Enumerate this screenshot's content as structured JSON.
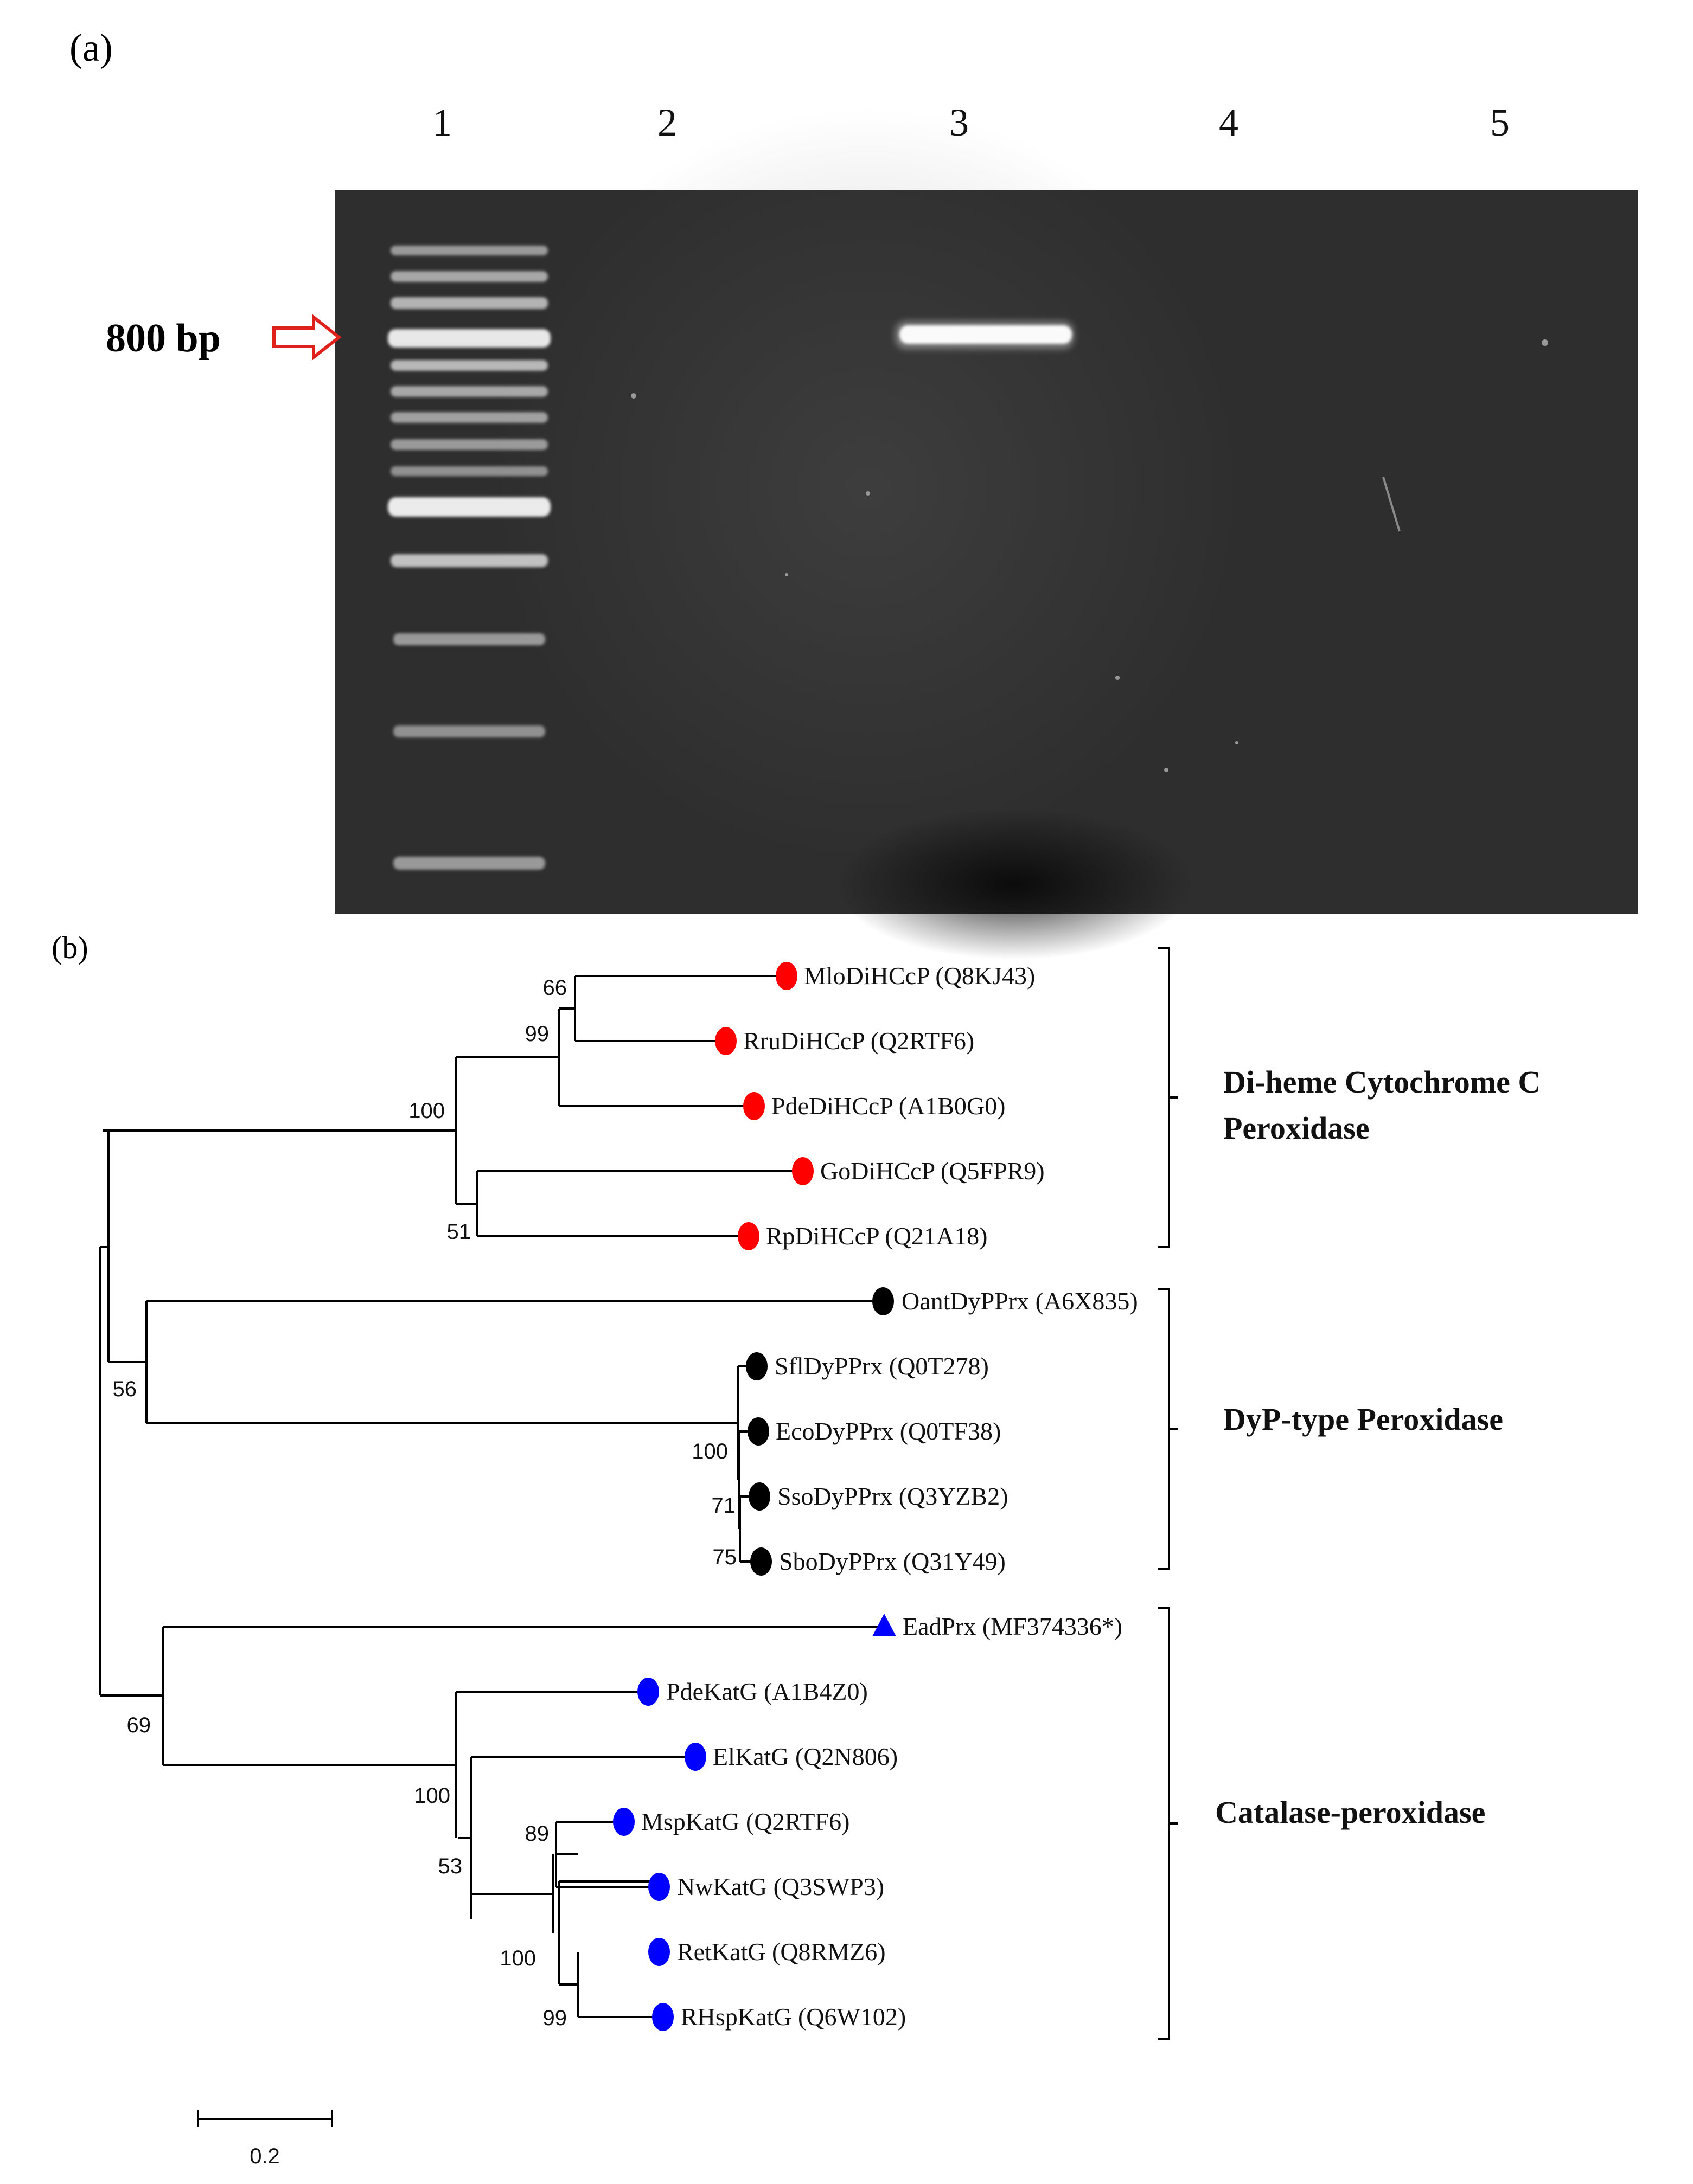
{
  "panel_a": {
    "label": "(a)",
    "lanes": [
      "1",
      "2",
      "3",
      "4",
      "5"
    ],
    "marker": {
      "label": "800 bp"
    }
  },
  "panel_b": {
    "label": "(b)",
    "colors": {
      "di_heme": "#ff0000",
      "dyp": "#000000",
      "katg": "#0000ff"
    },
    "leaves": [
      {
        "name": "MloDiHCcP (Q8KJ43)",
        "marker": "circle",
        "color": "#ff0000"
      },
      {
        "name": "RruDiHCcP (Q2RTF6)",
        "marker": "circle",
        "color": "#ff0000"
      },
      {
        "name": "PdeDiHCcP (A1B0G0)",
        "marker": "circle",
        "color": "#ff0000"
      },
      {
        "name": "GoDiHCcP (Q5FPR9)",
        "marker": "circle",
        "color": "#ff0000"
      },
      {
        "name": "RpDiHCcP (Q21A18)",
        "marker": "circle",
        "color": "#ff0000"
      },
      {
        "name": "OantDyPPrx (A6X835)",
        "marker": "circle",
        "color": "#000000"
      },
      {
        "name": "SflDyPPrx (Q0T278)",
        "marker": "circle",
        "color": "#000000"
      },
      {
        "name": "EcoDyPPrx (Q0TF38)",
        "marker": "circle",
        "color": "#000000"
      },
      {
        "name": "SsoDyPPrx (Q3YZB2)",
        "marker": "circle",
        "color": "#000000"
      },
      {
        "name": "SboDyPPrx (Q31Y49)",
        "marker": "circle",
        "color": "#000000"
      },
      {
        "name": "EadPrx (MF374336*)",
        "marker": "triangle",
        "color": "#0000ff"
      },
      {
        "name": "PdeKatG (A1B4Z0)",
        "marker": "circle",
        "color": "#0000ff"
      },
      {
        "name": "ElKatG (Q2N806)",
        "marker": "circle",
        "color": "#0000ff"
      },
      {
        "name": "MspKatG (Q2RTF6)",
        "marker": "circle",
        "color": "#0000ff"
      },
      {
        "name": "NwKatG (Q3SWP3)",
        "marker": "circle",
        "color": "#0000ff"
      },
      {
        "name": "RetKatG (Q8RMZ6)",
        "marker": "circle",
        "color": "#0000ff"
      },
      {
        "name": "RHspKatG (Q6W102)",
        "marker": "circle",
        "color": "#0000ff"
      }
    ],
    "bootstrap": [
      "66",
      "99",
      "100",
      "51",
      "56",
      "100",
      "71",
      "75",
      "69",
      "100",
      "89",
      "53",
      "100",
      "99"
    ],
    "groups": [
      {
        "line1": "Di-heme Cytochrome C",
        "line2": "Peroxidase"
      },
      {
        "line1": "DyP-type Peroxidase"
      },
      {
        "line1": "Catalase-peroxidase"
      }
    ],
    "scale_bar": {
      "label": "0.2",
      "value": 0.2
    }
  }
}
